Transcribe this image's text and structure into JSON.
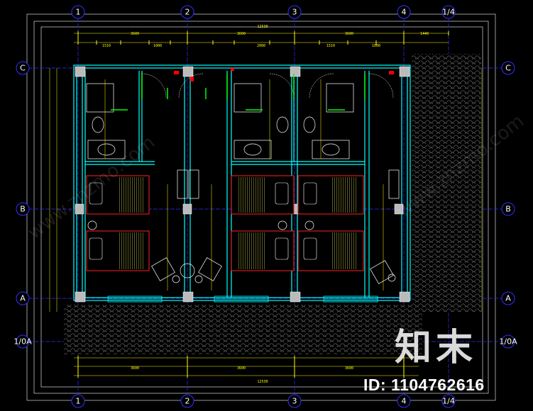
{
  "drawing": {
    "colors": {
      "background": "#000000",
      "wall": "#00ffff",
      "wall_fill": "#0a2a3a",
      "dimension": "#ffff00",
      "grid_line": "#3030ff",
      "bed": "#ff2020",
      "bed_hatch": "#ffff60",
      "fixture": "#ffffff",
      "door": "#00ff00",
      "tile": "#5a5a5a",
      "accent_red": "#ff0000"
    },
    "grid_top": [
      "1",
      "2",
      "3",
      "4",
      "1/4"
    ],
    "grid_bottom": [
      "1",
      "2",
      "3",
      "4",
      "1/4"
    ],
    "grid_left": [
      "C",
      "B",
      "A",
      "1/0A"
    ],
    "grid_right": [
      "C",
      "B",
      "A",
      "1/0A"
    ]
  },
  "watermark": {
    "logo_text": "知末",
    "id_text": "ID: 1104762616"
  }
}
